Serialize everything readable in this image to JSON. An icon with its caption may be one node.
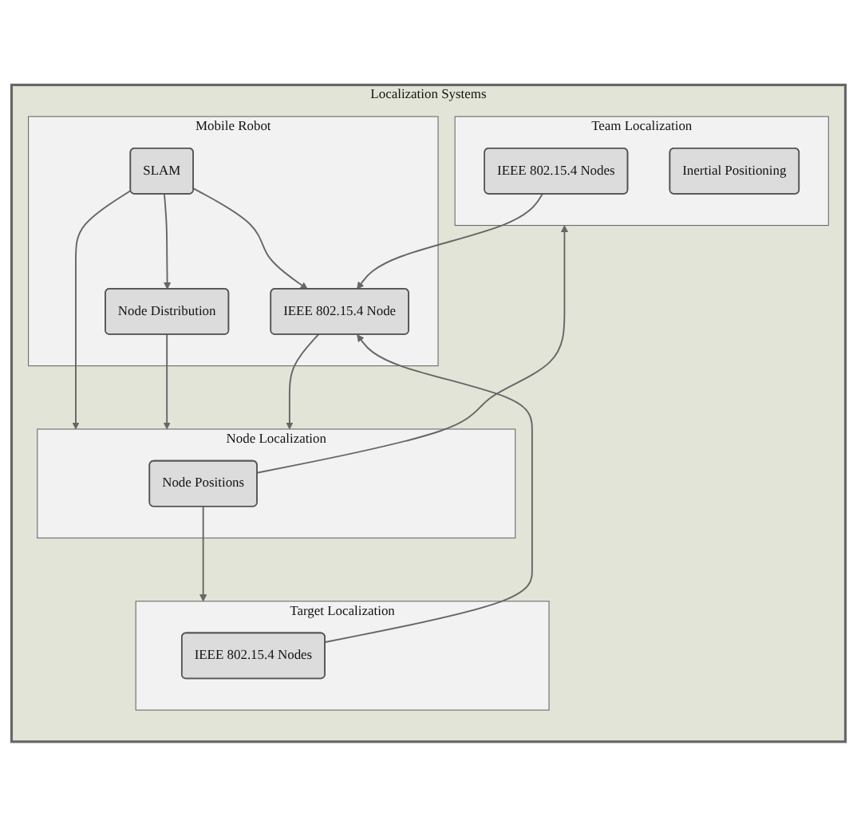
{
  "diagram": {
    "nodes": [
      {
        "text": [
          "Localization Systems"
        ]
      },
      {
        "text": [
          "Mobile Robot"
        ],
        "in": 0
      },
      {
        "text": [
          "SLAM"
        ],
        "in": 1
      },
      {
        "text": [
          "Node Distribution"
        ],
        "in": 1
      },
      {
        "text": [
          "IEEE 802.15.4 Node"
        ],
        "in": 1
      },
      {
        "text": [
          "Node Localization"
        ],
        "in": 0
      },
      {
        "text": [
          "Node Positions"
        ],
        "in": 5
      },
      {
        "text": [
          "Target Localization"
        ],
        "in": 0
      },
      {
        "text": [
          "IEEE 802.15.4 Nodes"
        ],
        "in": 7
      },
      {
        "text": [
          "Team Localization"
        ],
        "in": 0
      },
      {
        "text": [
          "IEEE 802.15.4 Nodes"
        ],
        "in": 9
      },
      {
        "text": [
          "Inertial Positioning"
        ],
        "in": 9
      }
    ],
    "edges": [
      {
        "from": 2,
        "to": 5,
        "arrow": "to"
      },
      {
        "from": 3,
        "to": 5,
        "arrow": "to"
      },
      {
        "from": 4,
        "to": 5,
        "arrow": "to"
      },
      {
        "from": 6,
        "to": 7,
        "arrow": "to"
      },
      {
        "from": 6,
        "to": 9,
        "arrow": "to"
      },
      {
        "from": 2,
        "to": 3,
        "arrow": "to"
      },
      {
        "from": 2,
        "to": 4,
        "arrow": "to"
      },
      {
        "from": 8,
        "to": 4,
        "arrow": "to"
      },
      {
        "from": 10,
        "to": 4,
        "arrow": "to"
      }
    ]
  }
}
